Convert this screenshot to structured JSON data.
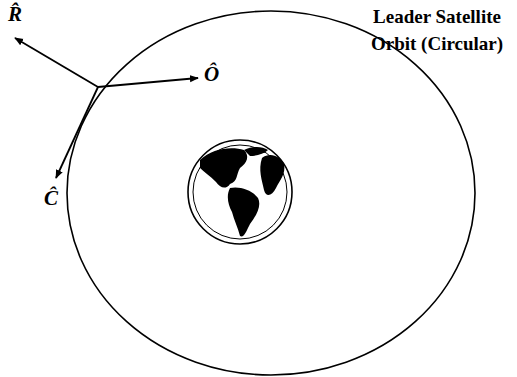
{
  "diagram": {
    "labels": [
      "R̂",
      "Ô",
      "Ĉ",
      "Leader Satellite Orbit (Circular)"
    ]
  }
}
